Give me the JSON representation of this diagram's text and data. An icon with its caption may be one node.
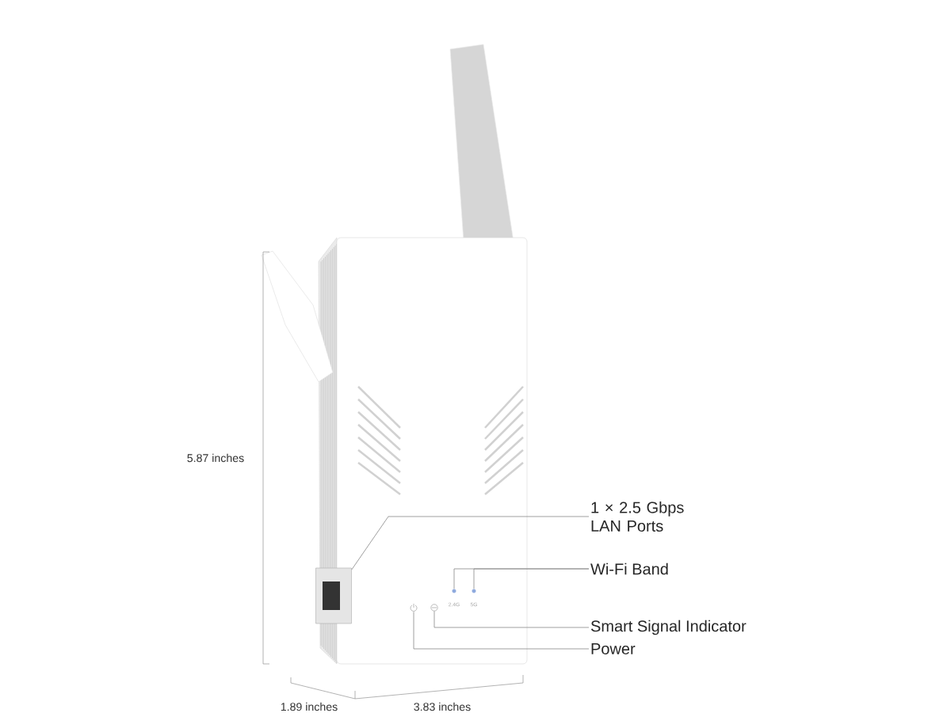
{
  "diagram": {
    "nodes": [
      {
        "text": [
          "1 × 2.5 Gbps LAN Ports"
        ]
      },
      {
        "text": [
          "Wi-Fi Band"
        ]
      },
      {
        "text": [
          "Smart Signal Indicator"
        ]
      },
      {
        "text": [
          "Power"
        ]
      },
      {
        "text": [],
        "shape": "box"
      },
      {
        "text": [],
        "shape": "circle"
      },
      {
        "text": [],
        "shape": "circle"
      },
      {
        "text": [],
        "shape": "picture"
      },
      {
        "text": [],
        "shape": "picture"
      }
    ],
    "edges": [
      {
        "from": 0,
        "to": 4,
        "arrow": "none"
      },
      {
        "from": 1,
        "to": 5,
        "arrow": "none"
      },
      {
        "from": 1,
        "to": 6,
        "arrow": "none"
      },
      {
        "from": 2,
        "to": 8,
        "arrow": "none"
      },
      {
        "from": 3,
        "to": 7,
        "arrow": "none"
      }
    ],
    "labels": [
      "5.87 inches",
      "2.4G",
      "5G",
      "1.89 inches",
      "3.83 inches"
    ]
  }
}
